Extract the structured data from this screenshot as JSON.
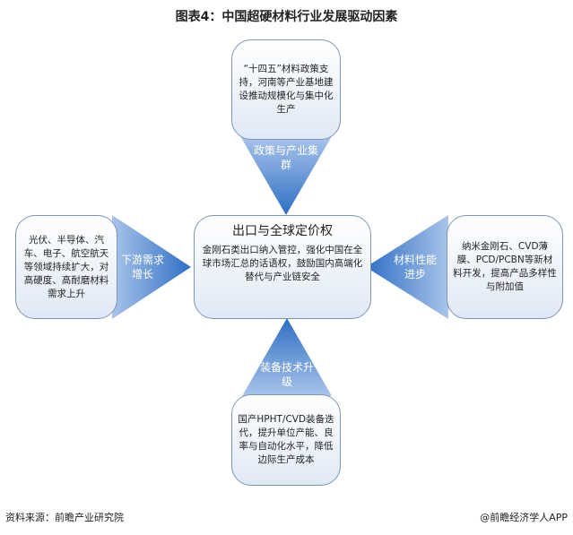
{
  "title": "图表4：中国超硬材料行业发展驱动因素",
  "center": {
    "title": "出口与全球定价权",
    "text": "金刚石类出口纳入管控，强化中国在全球市场汇总的话语权，鼓励国内高端化替代与产业链安全"
  },
  "top": {
    "label": "政策与产业集群",
    "text": "“十四五”材料政策支持，河南等产业基地建设推动规模化与集中化生产"
  },
  "left": {
    "label": "下游需求增长",
    "text": "光伏、半导体、汽车、电子、航空航天等领域持续扩大，对高硬度、高耐磨材料需求上升"
  },
  "right": {
    "label": "材料性能进步",
    "text": "纳米金刚石、CVD薄膜、PCD/PCBN等新材料开发，提高产品多样性与附加值"
  },
  "bottom": {
    "label": "装备技术升级",
    "text": "国产HPHT/CVD装备迭代，提升单位产能、良率与自动化水平，降低边际生产成本"
  },
  "footer": {
    "source": "资料来源：前瞻产业研究院",
    "brand": "@前瞻经济学人APP"
  },
  "colors": {
    "triangle_dark": "#2f6fc4",
    "triangle_light": "#8fb3e3",
    "border": "#7f95b5"
  }
}
